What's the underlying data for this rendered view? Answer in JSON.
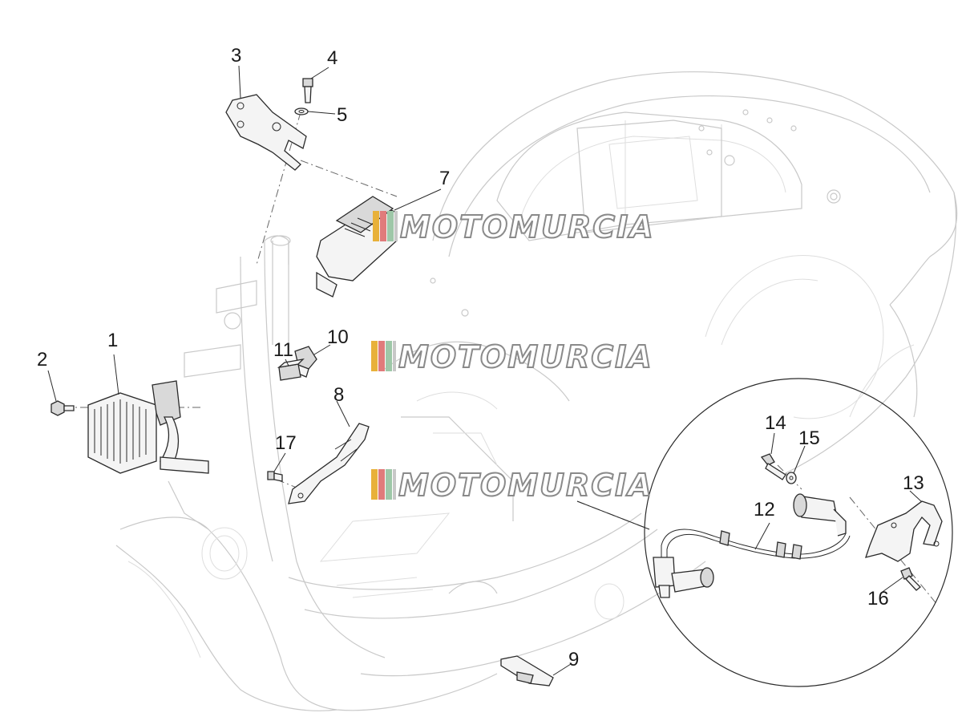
{
  "watermark": {
    "text": "MOTOMURCIA",
    "stripe_colors": [
      "#e8b13a",
      "#e07b7b",
      "#9ec7a8",
      "#c8c8c8"
    ]
  },
  "callouts": [
    "1",
    "2",
    "3",
    "4",
    "5",
    "7",
    "8",
    "9",
    "10",
    "11",
    "12",
    "13",
    "14",
    "15",
    "16",
    "17"
  ],
  "colors": {
    "line": "#2a2a2a",
    "ghost": "#c9c9c9",
    "background": "#ffffff"
  }
}
